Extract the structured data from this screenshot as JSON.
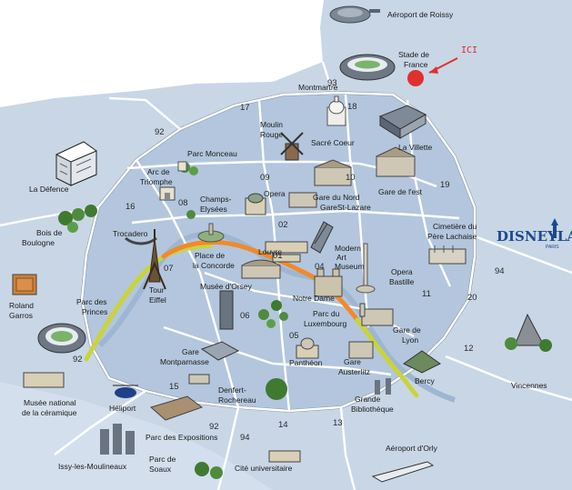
{
  "map": {
    "colors": {
      "land": "#c9d6e6",
      "paris": "#b3c6dd",
      "water": "#9fb6d2",
      "road": "#ffffff",
      "route_green": "#c9d43a",
      "route_orange": "#f08a2a",
      "marker": "#e03030"
    },
    "marker": {
      "label": "ICI",
      "icon": "red-dot-with-arrow"
    },
    "brand": {
      "name": "DISNEYLAND",
      "sub": "PARIS"
    },
    "places": {
      "aeroport_roissy": "Aéroport de Roissy",
      "stade_france_1": "Stade de",
      "stade_france_2": "France",
      "montmartre": "Montmartre",
      "moulin_1": "Moulin",
      "moulin_2": "Rouge",
      "sacre_coeur": "Sacré Coeur",
      "la_villette": "La Villette",
      "parc_monceau": "Parc Monceau",
      "la_defence": "La Défence",
      "arc_1": "Arc de",
      "arc_2": "Triomphe",
      "champs_1": "Champs-",
      "champs_2": "Elysées",
      "opera": "Opera",
      "gare_nord": "Gare du Nord",
      "gare_st_lazare": "GareSt-Lazare",
      "gare_est": "Gare de l'est",
      "cimetiere_1": "Cimetière du",
      "cimetiere_2": "Père Lachaise",
      "bois_1": "Bois de",
      "bois_2": "Boulogne",
      "trocadero": "Trocadero",
      "place_concorde_1": "Place de",
      "place_concorde_2": "la Concorde",
      "louvre": "Louvre",
      "modern_1": "Modern",
      "modern_2": "Art",
      "modern_3": "Museum",
      "opera_bastille_1": "Opera",
      "opera_bastille_2": "Bastille",
      "roland_1": "Roland",
      "roland_2": "Garros",
      "parc_princes_1": "Parc des",
      "parc_princes_2": "Princes",
      "tour_1": "Tour",
      "tour_2": "Eiffel",
      "musee_orsey": "Musée d'Orsey",
      "notre_dame": "Notre Dame",
      "parc_lux_1": "Parc du",
      "parc_lux_2": "Luxembourg",
      "gare_lyon_1": "Gare de",
      "gare_lyon_2": "Lyon",
      "gare_mont_1": "Gare",
      "gare_mont_2": "Montparnasse",
      "pantheon": "Panthéon",
      "gare_aust_1": "Gare",
      "gare_aust_2": "Austerlitz",
      "bercy": "Bercy",
      "vincennes": "Vincennes",
      "musee_ceram_1": "Musée national",
      "musee_ceram_2": "de la céramique",
      "heliport": "Héliport",
      "denfert_1": "Denfert-",
      "denfert_2": "Rochereau",
      "grande_1": "Grande",
      "grande_2": "Bibliothèque",
      "parc_expo": "Parc des Expositions",
      "aeroport_orly": "Aéroport d'Orly",
      "issy": "Issy-les-Moulineaux",
      "parc_sceaux_1": "Parc de",
      "parc_sceaux_2": "Soaux",
      "cite_univ": "Cité universitaire"
    },
    "districts": {
      "d01": "01",
      "d02": "02",
      "d04": "04",
      "d05": "05",
      "d06": "06",
      "d07": "07",
      "d08": "08",
      "d09": "09",
      "d10": "10",
      "d11": "11",
      "d12": "12",
      "d13": "13",
      "d14": "14",
      "d15": "15",
      "d16": "16",
      "d17": "17",
      "d18": "18",
      "d19": "19",
      "d20": "20",
      "dep93": "93",
      "dep94a": "94",
      "dep94b": "94",
      "dep92a": "92",
      "dep92b": "92",
      "dep92c": "92"
    }
  }
}
